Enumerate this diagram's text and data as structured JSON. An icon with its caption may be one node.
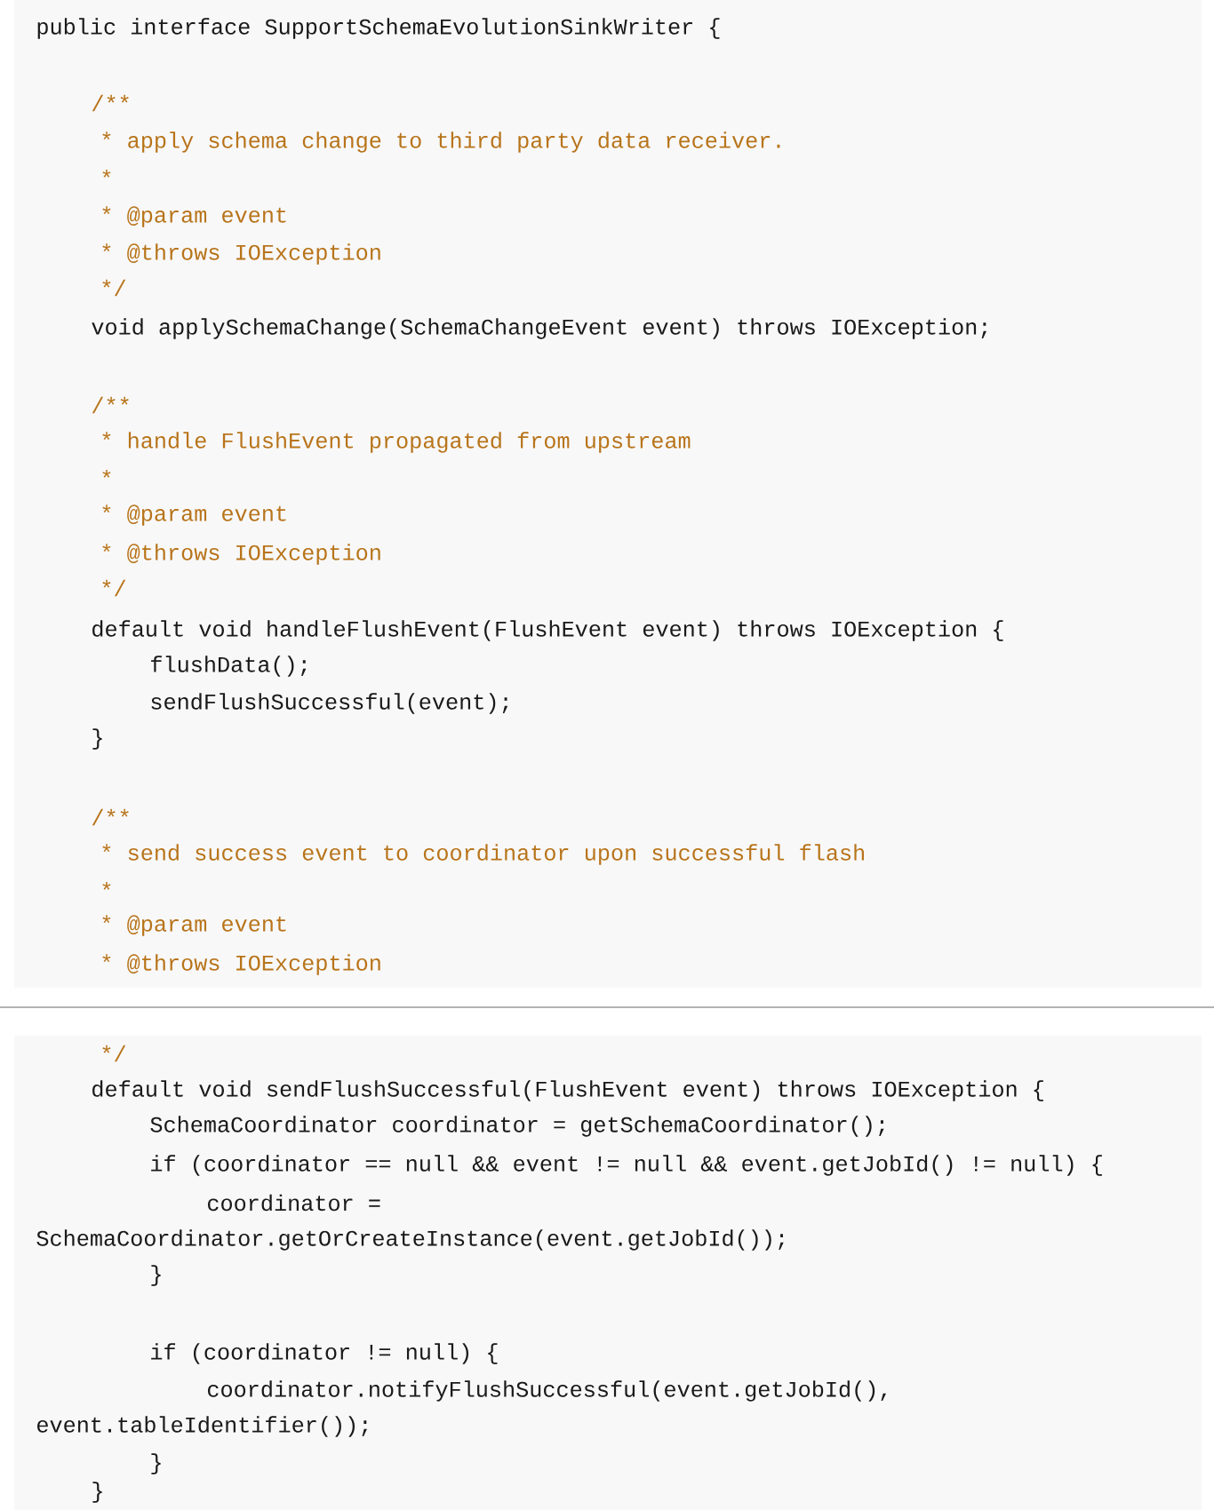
{
  "diagram": {
    "labels": [
      "public interface SupportSchemaEvolutionSinkWriter {",
      "/**",
      "* apply schema change to third party data receiver.",
      "*",
      "* @param event",
      "* @throws IOException",
      "*/",
      "void applySchemaChange(SchemaChangeEvent event) throws IOException;",
      "/**",
      "* handle FlushEvent propagated from upstream",
      "*",
      "* @param event",
      "* @throws IOException",
      "*/",
      "default void handleFlushEvent(FlushEvent event) throws IOException {",
      "flushData();",
      "sendFlushSuccessful(event);",
      "}",
      "/**",
      "* send success event to coordinator upon successful flash",
      "*",
      "* @param event",
      "* @throws IOException",
      "*/",
      "default void sendFlushSuccessful(FlushEvent event) throws IOException {",
      "SchemaCoordinator coordinator = getSchemaCoordinator();",
      "if (coordinator == null && event != null && event.getJobId() != null) {",
      "coordinator =",
      "SchemaCoordinator.getOrCreateInstance(event.getJobId());",
      "}",
      "if (coordinator != null) {",
      "coordinator.notifyFlushSuccessful(event.getJobId(),",
      "event.tableIdentifier());",
      "}",
      "}"
    ]
  }
}
